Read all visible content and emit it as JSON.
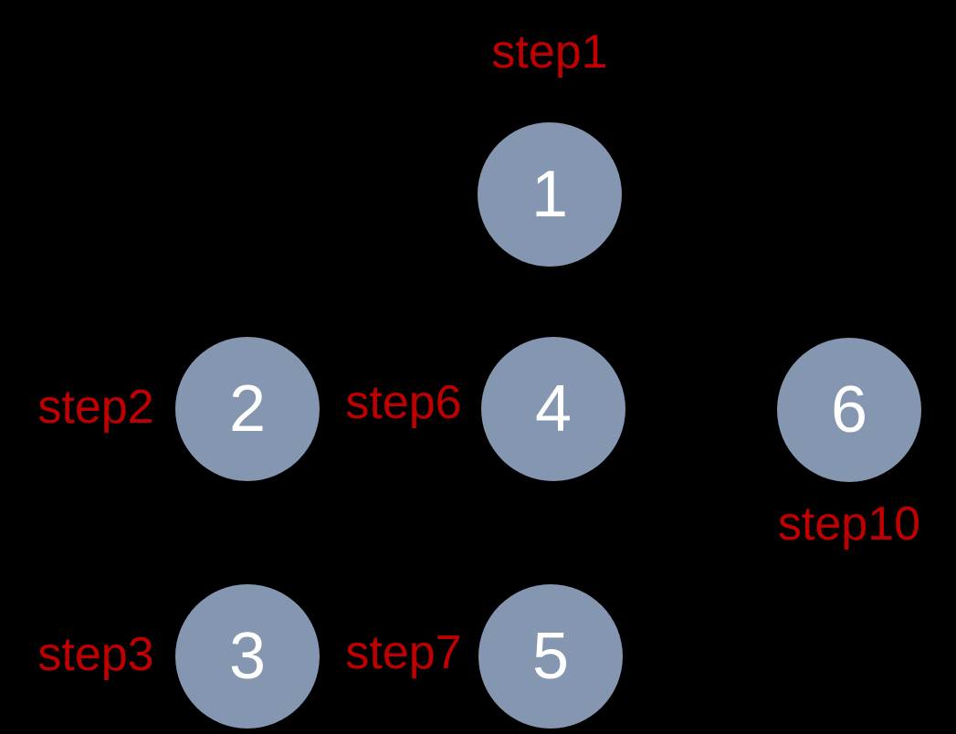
{
  "diagram": {
    "background_color": "#000000",
    "node_fill_color": "#8496B0",
    "node_text_color": "#FFFFFF",
    "step_label_color": "#C00000",
    "nodes": [
      {
        "value": "1",
        "step_label": "step1",
        "step_label_position": "above"
      },
      {
        "value": "2",
        "step_label": "step2",
        "step_label_position": "left"
      },
      {
        "value": "4",
        "step_label": "step6",
        "step_label_position": "left"
      },
      {
        "value": "6",
        "step_label": "step10",
        "step_label_position": "below"
      },
      {
        "value": "3",
        "step_label": "step3",
        "step_label_position": "left"
      },
      {
        "value": "5",
        "step_label": "step7",
        "step_label_position": "left"
      }
    ]
  }
}
